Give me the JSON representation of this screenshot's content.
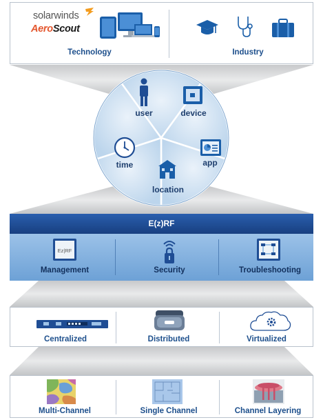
{
  "top": {
    "technology": {
      "label": "Technology",
      "brand1": "solarwinds",
      "brand2_prefix": "Aero",
      "brand2_suffix": "Scout"
    },
    "industry": {
      "label": "Industry"
    }
  },
  "pie": {
    "slices": [
      {
        "label": "user",
        "icon": "person-icon"
      },
      {
        "label": "device",
        "icon": "tablet-icon"
      },
      {
        "label": "app",
        "icon": "app-window-icon"
      },
      {
        "label": "location",
        "icon": "building-icon"
      },
      {
        "label": "time",
        "icon": "clock-icon"
      }
    ]
  },
  "ezrf": {
    "title": "E(z)RF",
    "items": [
      {
        "label": "Management",
        "icon": "ezrf-screen-icon",
        "screen_text": "Ez|RF"
      },
      {
        "label": "Security",
        "icon": "wireless-lock-icon"
      },
      {
        "label": "Troubleshooting",
        "icon": "network-screen-icon"
      }
    ]
  },
  "deploy": {
    "items": [
      {
        "label": "Centralized",
        "icon": "rack-controller-icon"
      },
      {
        "label": "Distributed",
        "icon": "access-point-icon"
      },
      {
        "label": "Virtualized",
        "icon": "cloud-gear-icon"
      }
    ]
  },
  "channel": {
    "items": [
      {
        "label": "Multi-Channel",
        "icon": "heatmap-icon"
      },
      {
        "label": "Single Channel",
        "icon": "floorplan-icon"
      },
      {
        "label": "Channel Layering",
        "icon": "layering-icon"
      }
    ]
  },
  "colors": {
    "label_blue": "#1d4f8c",
    "band_dark": "#1f4d94",
    "band_light": "#6fa3d6",
    "pie_fill": "#cfe1f1",
    "funnel_gray": "#c9cccf"
  }
}
